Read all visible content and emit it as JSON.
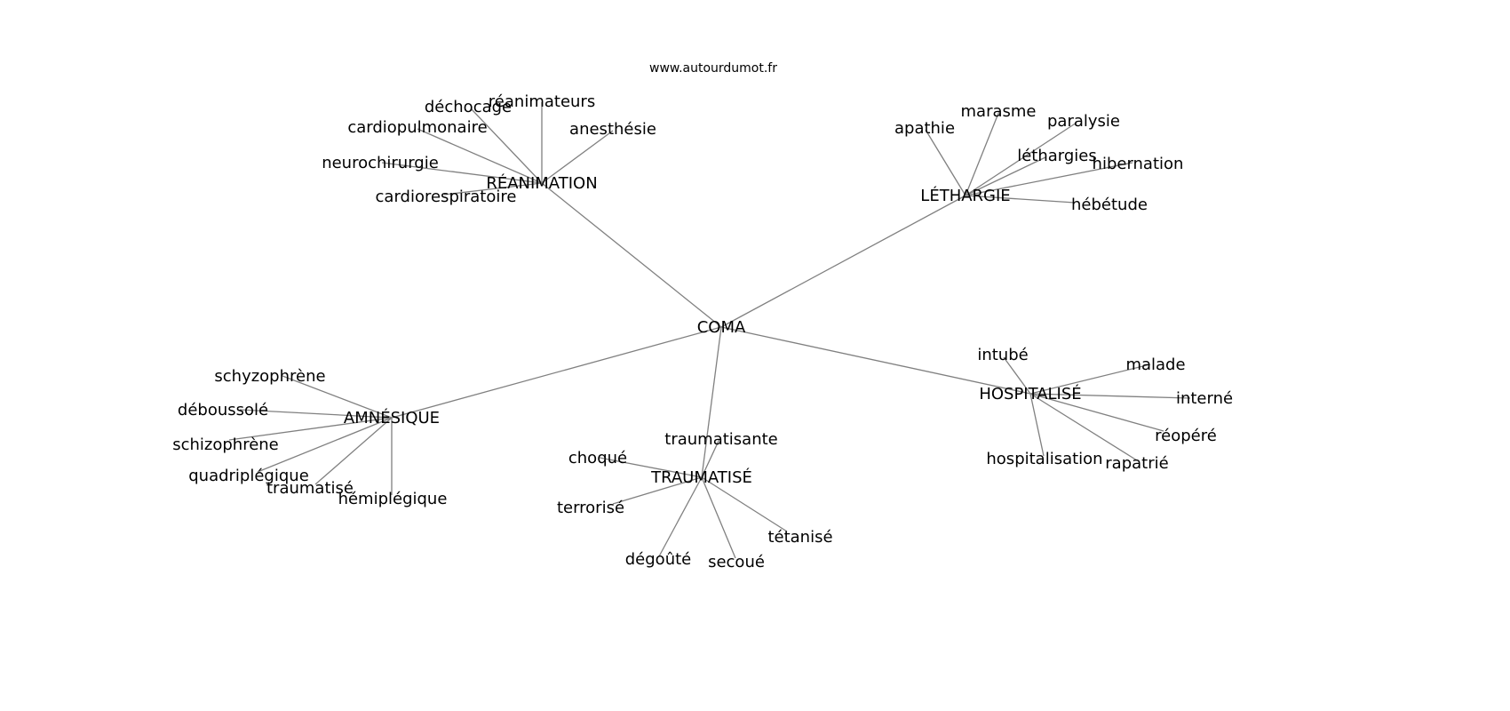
{
  "title": "www.autourdumot.fr",
  "edge_color": "#808080",
  "root": "COMA",
  "clusters": [
    {
      "hub": "RÉANIMATION",
      "leaves": [
        "réanimateurs",
        "déchocage",
        "cardiopulmonaire",
        "anesthésie",
        "neurochirurgie",
        "cardiorespiratoire"
      ]
    },
    {
      "hub": "LÉTHARGIE",
      "leaves": [
        "apathie",
        "marasme",
        "paralysie",
        "léthargies",
        "hibernation",
        "hébétude"
      ]
    },
    {
      "hub": "AMNÉSIQUE",
      "leaves": [
        "schyzophrène",
        "déboussolé",
        "schizophrène",
        "quadriplégique",
        "traumatisé",
        "hémiplégique"
      ]
    },
    {
      "hub": "TRAUMATISÉ",
      "leaves": [
        "traumatisante",
        "choqué",
        "terrorisé",
        "dégoûté",
        "secoué",
        "tétanisé"
      ]
    },
    {
      "hub": "HOSPITALISÉ",
      "leaves": [
        "intubé",
        "malade",
        "interné",
        "réopéré",
        "rapatrié",
        "hospitalisation"
      ]
    }
  ]
}
